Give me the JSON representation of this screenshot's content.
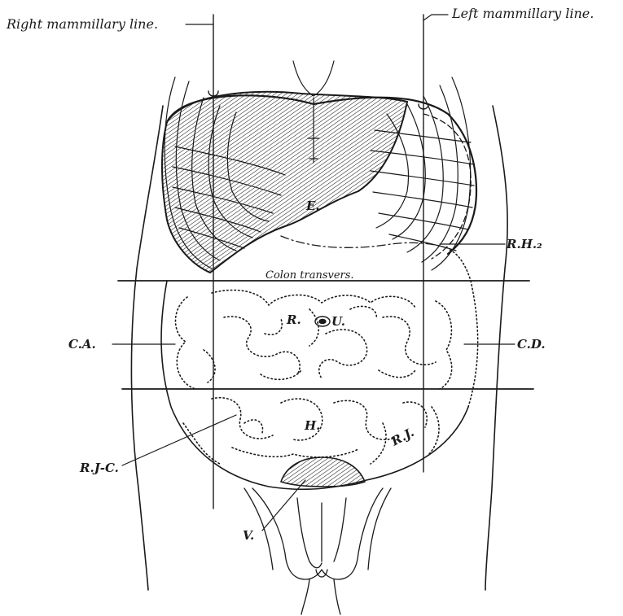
{
  "labels": {
    "right_mammillary": "Right mammillary line.",
    "left_mammillary": "Left mammillary line.",
    "rh": "R.H.₂",
    "colon": "Colon transvers.",
    "ca": "C.A.",
    "cd": "C.D.",
    "ru": "R.",
    "umbilicus": "U.",
    "e": "E.",
    "h": "H.",
    "rj": "R.J.",
    "rjc": "R.J-C.",
    "v": "V."
  },
  "colors": {
    "ink": "#1a1a1a",
    "background": "#ffffff"
  }
}
